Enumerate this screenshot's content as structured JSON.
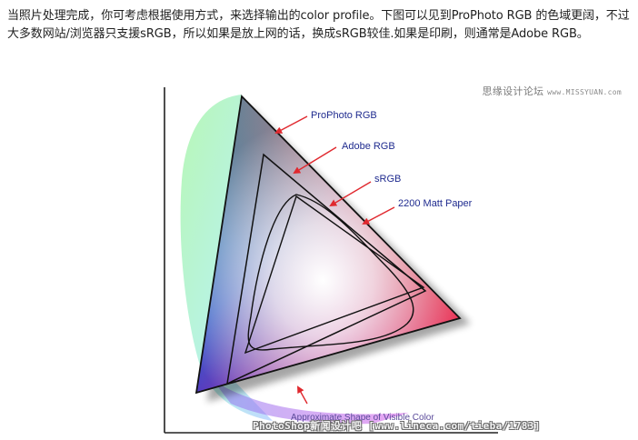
{
  "article": {
    "paragraph": "当照片处理完成，你可考虑根据使用方式，来选择输出的color profile。下图可以见到ProPhoto RGB 的色域更阔，不过大多数网站/浏览器只支援sRGB，所以如果是放上网的话，换成sRGB较佳.如果是印刷，则通常是Adobe RGB。"
  },
  "figure": {
    "labels": {
      "prophoto": "ProPhoto RGB",
      "adobe": "Adobe RGB",
      "srgb": "sRGB",
      "matt": "2200 Matt Paper"
    },
    "bottom_caption": "Approximate Shape of Visible Color",
    "site_watermark_name": "思缘设计论坛",
    "site_watermark_url": "www.MISSYUAN.com",
    "bottom_watermark": "PhotoShop新闻设计吧 [www.lineca.com/tieba/1783]"
  },
  "colors": {
    "label_text": "#1f2b8f",
    "arrow": "#e0282e",
    "axis": "#222222",
    "outline": "#111111"
  }
}
